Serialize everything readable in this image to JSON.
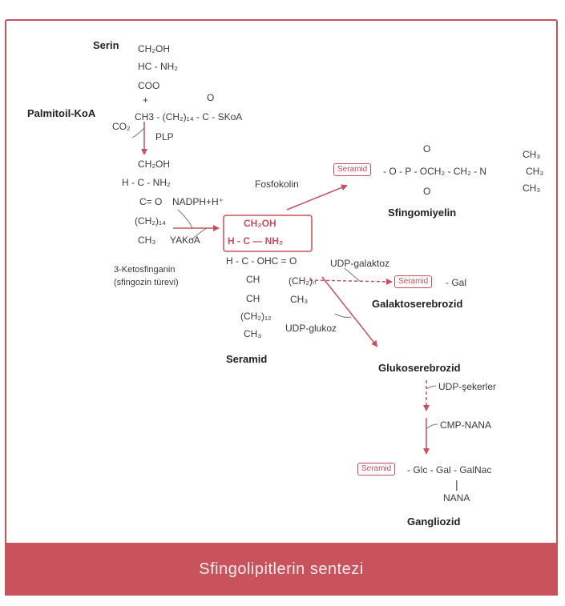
{
  "labels": {
    "serin": "Serin",
    "palmitoil": "Palmitoil-KoA",
    "seramid": "Seramid",
    "sfingomiyelin": "Sfingomiyelin",
    "galaktoserebrozid": "Galaktoserebrozid",
    "glukoserebrozid": "Glukoserebrozid",
    "gangliozid": "Gangliozid",
    "ketosfinganin_1": "3-Ketosfinganin",
    "ketosfinganin_2": "(sfingozin türevi)"
  },
  "reagents": {
    "co2": "CO₂",
    "plp": "PLP",
    "nadph": "NADPH+H⁺",
    "yakoa": "YAKoA",
    "fosfokolin": "Fosfokolin",
    "udp_galaktoz": "UDP-galaktoz",
    "udp_glukoz": "UDP-glukoz",
    "udp_sekerler": "UDP-şekerler",
    "cmp_nana": "CMP-NANA"
  },
  "formulas": {
    "serin_1": "CH₂OH",
    "serin_2": "HC - NH₂",
    "serin_3": "COO",
    "serin_4": "+",
    "palm_main": "CH3 - (CH₂)₁₄ - C - SKoA",
    "palm_o": "O",
    "keto_1": "CH₂OH",
    "keto_2": "H - C - NH₂",
    "keto_3": "C= O",
    "keto_4": "(CH₂)₁₄",
    "keto_5": "CH₃",
    "cer_top_1": "CH₂OH",
    "cer_top_2": "H - C — NH₂",
    "cer_row": "H - C - OHC = O",
    "cer_l1": "CH",
    "cer_l2": "CH",
    "cer_l3": "(CH₂)₁₂",
    "cer_l4": "CH₃",
    "cer_r1": "(CH₂)ₙ",
    "cer_r2": "CH₃",
    "sm_o_top": "O",
    "sm_chain": "- O - P - OCH₂ - CH₂ - N",
    "sm_o_bot": "O",
    "sm_ch3_1": "CH₃",
    "sm_ch3_2": "CH₃",
    "sm_ch3_3": "CH₃",
    "gal_suffix": "- Gal",
    "gang_suffix": "- Glc  - Gal - GalNac",
    "nana": "NANA"
  },
  "footer": {
    "title": "Sfingolipitlerin sentezi"
  },
  "colors": {
    "accent": "#c8505a",
    "footer_bg": "#c9535d"
  }
}
